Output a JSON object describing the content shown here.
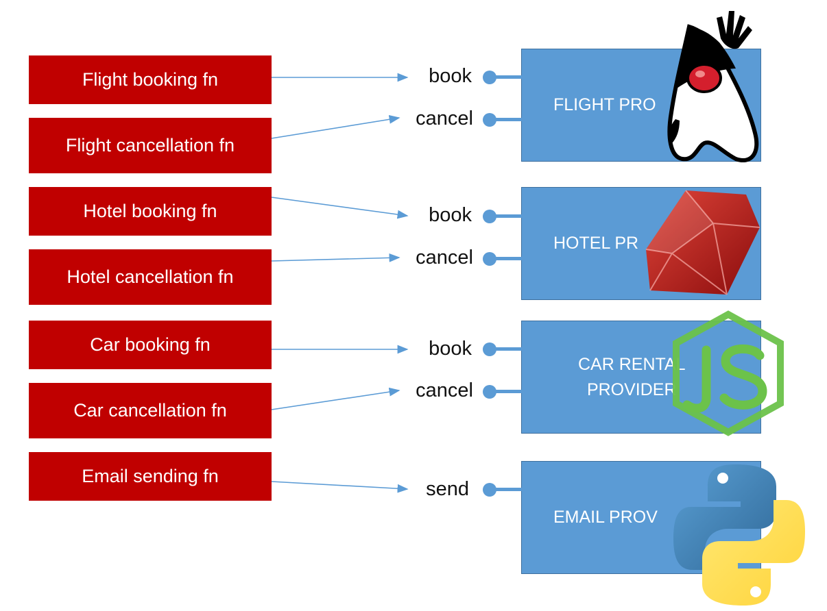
{
  "functions": [
    {
      "label": "Flight booking fn"
    },
    {
      "label": "Flight cancellation fn"
    },
    {
      "label": "Hotel booking fn"
    },
    {
      "label": "Hotel cancellation fn"
    },
    {
      "label": "Car booking fn"
    },
    {
      "label": "Car cancellation fn"
    },
    {
      "label": "Email sending fn"
    }
  ],
  "providers": [
    {
      "label": "FLIGHT PRO",
      "logo": "java-duke-icon"
    },
    {
      "label": "HOTEL PR",
      "logo": "ruby-gem-icon"
    },
    {
      "label": "CAR RENTAL\nPROVIDER",
      "logo": "nodejs-icon"
    },
    {
      "label": "EMAIL PROV",
      "logo": "python-icon"
    }
  ],
  "ports": [
    {
      "label": "book"
    },
    {
      "label": "cancel"
    },
    {
      "label": "book"
    },
    {
      "label": "cancel"
    },
    {
      "label": "book"
    },
    {
      "label": "cancel"
    },
    {
      "label": "send"
    }
  ],
  "colors": {
    "function_box": "#c00000",
    "provider_box": "#5b9bd5",
    "connector": "#5b9bd5"
  }
}
